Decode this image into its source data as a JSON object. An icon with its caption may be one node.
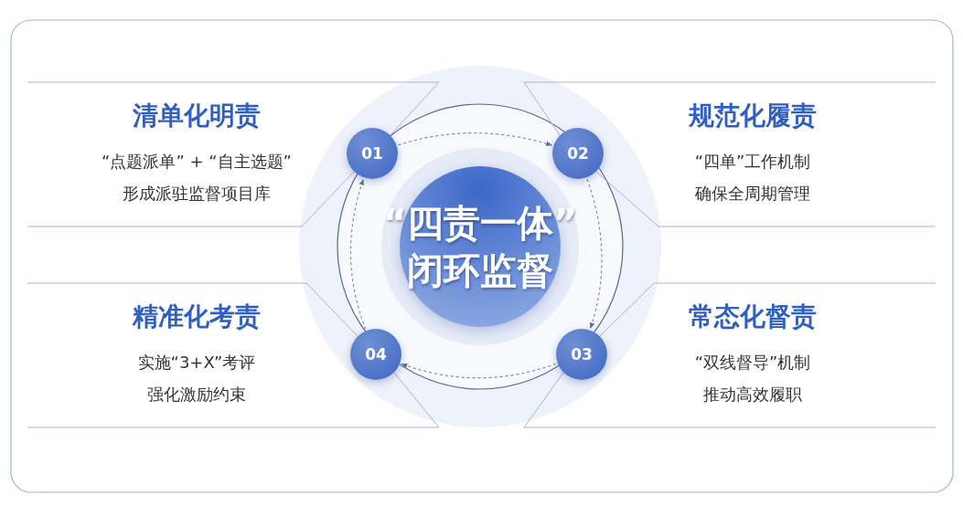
{
  "diagram": {
    "nodes": [
      {
        "text": [
          "“四责一体”",
          "闭环监督"
        ]
      },
      {
        "text": [
          "01"
        ]
      },
      {
        "text": [
          "02"
        ]
      },
      {
        "text": [
          "03"
        ]
      },
      {
        "text": [
          "04"
        ]
      },
      {
        "text": [
          "清单化明责",
          "“点题派单” + “自主选题”",
          "形成派驻监督项目库"
        ]
      },
      {
        "text": [
          "规范化履责",
          "“四单”工作机制",
          "确保全周期管理"
        ]
      },
      {
        "text": [
          "精准化考责",
          "实施“3+X”考评",
          "强化激励约束"
        ]
      },
      {
        "text": [
          "常态化督责",
          "“双线督导”机制",
          "推动高效履职"
        ]
      }
    ],
    "edges": [
      {
        "from": 1,
        "to": 2,
        "arrow": "to",
        "style": "dashed"
      },
      {
        "from": 2,
        "to": 3,
        "arrow": "to",
        "style": "dashed"
      },
      {
        "from": 3,
        "to": 4,
        "arrow": "to",
        "style": "dashed"
      },
      {
        "from": 4,
        "to": 1,
        "arrow": "to",
        "style": "dashed"
      }
    ]
  }
}
